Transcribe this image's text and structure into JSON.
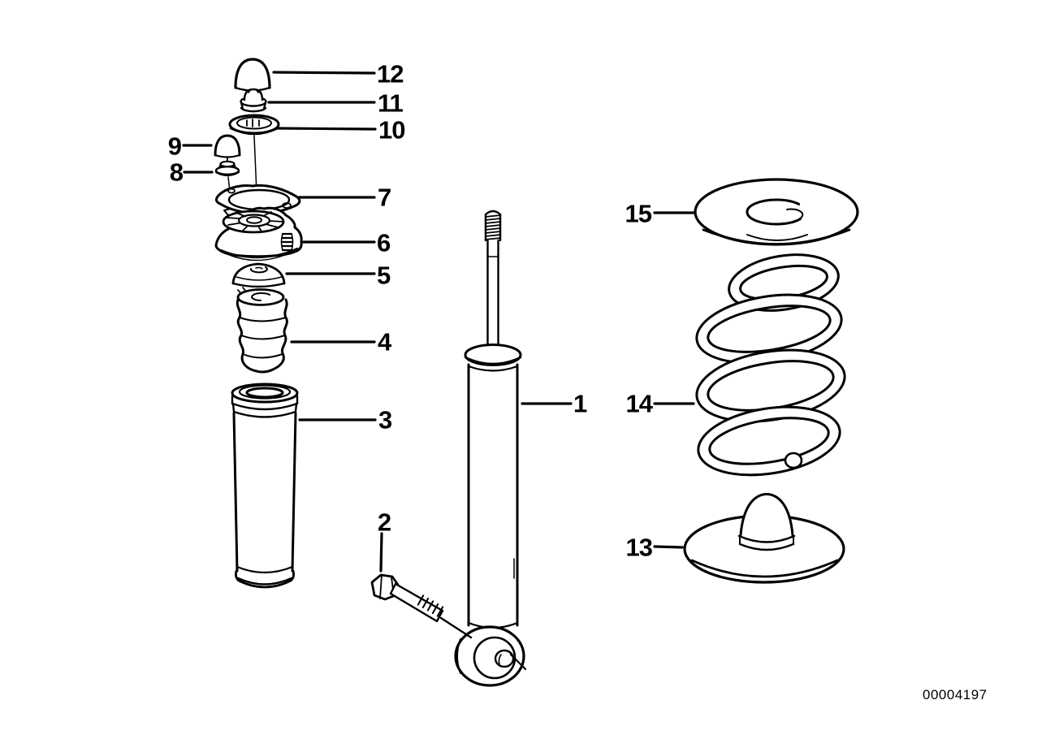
{
  "figure": {
    "doc_number": "00004197",
    "colors": {
      "line": "#000000",
      "background": "#ffffff"
    },
    "callouts": [
      {
        "label": "1"
      },
      {
        "label": "2"
      },
      {
        "label": "3"
      },
      {
        "label": "4"
      },
      {
        "label": "5"
      },
      {
        "label": "6"
      },
      {
        "label": "7"
      },
      {
        "label": "8"
      },
      {
        "label": "9"
      },
      {
        "label": "10"
      },
      {
        "label": "11"
      },
      {
        "label": "12"
      },
      {
        "label": "13"
      },
      {
        "label": "14"
      },
      {
        "label": "15"
      }
    ]
  }
}
